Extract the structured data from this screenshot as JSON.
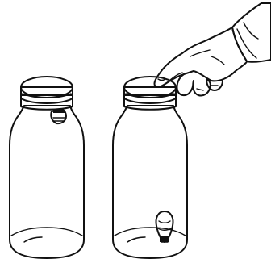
{
  "illustration": {
    "jars": [
      {
        "id": "left",
        "lid_state": "closed",
        "pupa_position": "top"
      },
      {
        "id": "right",
        "lid_state": "pressed",
        "pupa_position": "bottom"
      }
    ],
    "hand": {
      "action": "pressing lid"
    },
    "colors": {
      "ink": "#111111",
      "paper": "#ffffff",
      "stipple": "#8a8a8a"
    },
    "icons": [
      "jar-icon",
      "lid-icon",
      "pupa-icon",
      "hand-icon"
    ]
  }
}
